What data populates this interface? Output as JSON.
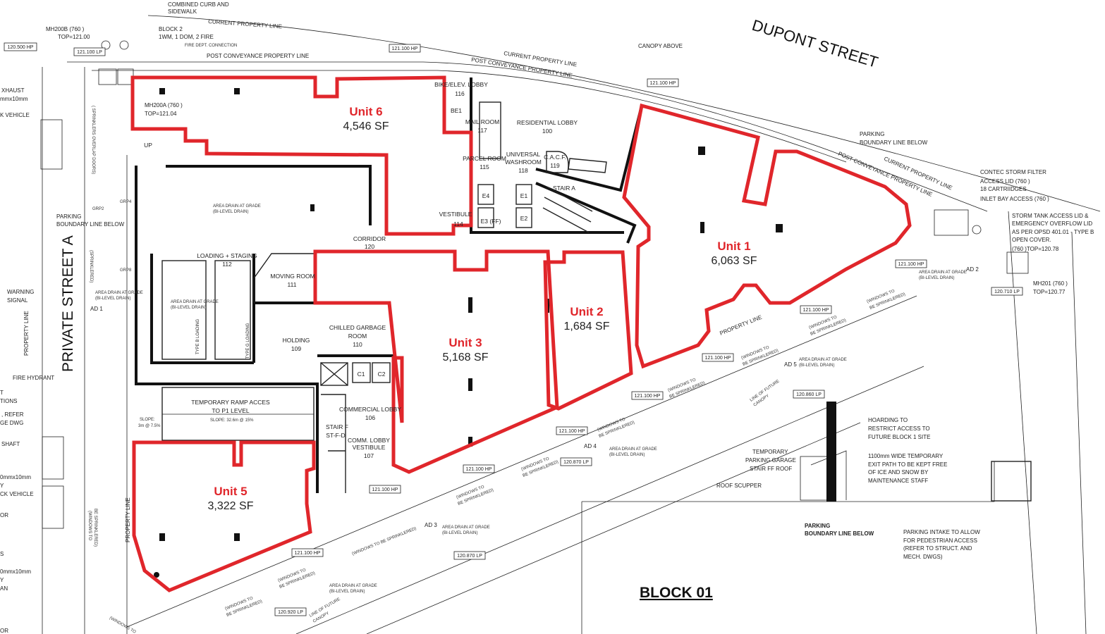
{
  "streets": {
    "dupont": "DUPONT STREET",
    "private": "PRIVATE STREET A",
    "block": "BLOCK 01"
  },
  "units": [
    {
      "name": "Unit 6",
      "area": "4,546 SF"
    },
    {
      "name": "Unit 1",
      "area": "6,063 SF"
    },
    {
      "name": "Unit 2",
      "area": "1,684 SF"
    },
    {
      "name": "Unit 3",
      "area": "5,168 SF"
    },
    {
      "name": "Unit 5",
      "area": "3,322 SF"
    }
  ],
  "rooms": {
    "corridor": "CORRIDOR",
    "corridor_no": "120",
    "loading": "LOADING + STAGING",
    "loading_no": "112",
    "moving": "MOVING ROOM",
    "moving_no": "111",
    "garbage1": "CHILLED GARBAGE",
    "garbage2": "ROOM",
    "garbage_no": "110",
    "holding": "HOLDING",
    "holding_no": "109",
    "comm_lobby": "COMMERCIAL LOBBY",
    "comm_lobby_no": "106",
    "vest1": "COMM. LOBBY",
    "vest2": "VESTIBULE",
    "vest_no": "107",
    "res_lobby": "RESIDENTIAL LOBBY",
    "res_lobby_no": "100",
    "mail": "MAIL ROOM",
    "mail_no": "117",
    "parcel": "PARCEL ROOM",
    "parcel_no": "115",
    "washroom1": "UNIVERSAL",
    "washroom2": "WASHROOM",
    "washroom_no": "118",
    "cacf": "C.A.C.F.",
    "cacf_no": "119",
    "bike": "BIKE/ELEV. LOBBY",
    "bike_no": "116",
    "vestibule": "VESTIBULE",
    "vestibule_no": "114",
    "stair_a": "STAIR A",
    "stair_f": "STAIR F",
    "stair_f_no": "ST-F-D",
    "e1": "E1",
    "e2": "E2",
    "e3": "E3 (FF)",
    "e4": "E4",
    "c1": "C1",
    "c2": "C2",
    "be1": "BE1",
    "type_b": "TYPE B LOADING",
    "type_g": "TYPE G LOADING",
    "ramp1": "TEMPORARY RAMP ACCES",
    "ramp2": "TO P1 LEVEL",
    "slope1a": "SLOPE:",
    "slope1b": "3m @ 7.5%",
    "slope2": "SLOPE: 32.6m @ 15%",
    "up": "UP"
  },
  "notes": {
    "curb1": "COMBINED CURB AND",
    "curb2": "SIDEWALK",
    "current_pl": "CURRENT PROPERTY LINE",
    "post_pl": "POST CONVEYANCE PROPERTY LINE",
    "mh200b1": "MH200B (760   )",
    "mh200b2": "TOP=121.00",
    "block2a": "BLOCK 2",
    "block2b": "1WM, 1 DOM, 2 FIRE",
    "fdc": "FIRE DEPT. CONNECTION",
    "mh200a1": "MH200A (760   )",
    "mh200a2": "TOP=121.04",
    "canopy": "CANOPY ABOVE",
    "exhaust1": "XHAUST",
    "exhaust2": "mmx10mm",
    "exhaust3": "K VEHICLE",
    "sprinklers": "( SPRINKLERS OVERLAP DOORS)",
    "parking_bl1": "PARKING",
    "parking_bl2": "BOUNDARY LINE BELOW",
    "grp2": "GRP2",
    "grp4": "GRP4",
    "grp8": "GRP8",
    "warning1": "WARNING",
    "warning2": "SIGNAL",
    "ad1": "AD 1",
    "ad2": "AD 2",
    "ad3": "AD 3",
    "ad4": "AD 4",
    "ad5": "AD 5",
    "area_drain1": "AREA DRAIN AT GRADE",
    "area_drain2": "(BI-LEVEL DRAIN)",
    "property_line": "PROPERTY LINE",
    "fire_hydrant": "FIRE HYDRANT",
    "left_a": "T",
    "left_b": "TIONS",
    "left_c": ", REFER",
    "left_d": "GE DWG",
    "left_e": "SHAFT",
    "left_f": "0mmx10mm",
    "left_g": "Y",
    "left_h": "CK VEHICLE",
    "left_i": "OR",
    "left_j": "S",
    "left_k": "0mmx10mm",
    "left_l": "Y",
    "left_m": "AN",
    "left_n": "OR",
    "sprinklered": "(SPRINKLERED)",
    "windows1": "(WINDOWS TO",
    "windows2": "BE SPRINKLERED)",
    "windows_long": "(WINDOWS TO BE SPRINKLERED)",
    "parking_bl_r1": "PARKING",
    "parking_bl_r2": "BOUNDARY LINE BELOW",
    "contec1": "CONTEC STORM FILTER",
    "contec2": "ACCESS LID (760  )",
    "contec3": "18 CARTRIIDGES",
    "contec4": "INLET BAY ACCESS (760  )",
    "storm1": "STORM  TANK ACCESS LID &",
    "storm2": "EMERGENCY OVERFLOW LID",
    "storm3": "AS PER OPSD 401.01 - TYPE B",
    "storm4": "OPEN COVER.",
    "storm5": "(760   )TOP=120.78",
    "mh201a": "MH201 (760   )",
    "mh201b": "TOP=120.77",
    "hoarding1": "HOARDING TO",
    "hoarding2": "RESTRICT ACCESS TO",
    "hoarding3": "FUTURE BLOCK 1 SITE",
    "garage1": "TEMPORARY",
    "garage2": "PARKING GARAGE",
    "garage3": "STAIR FF ROOF",
    "exit1": "1100mm WIDE TEMPORARY",
    "exit2": "EXIT PATH TO BE KEPT FREE",
    "exit3": "OF ICE AND SNOW BY",
    "exit4": "MAINTENANCE STAFF",
    "scupper": "ROOF SCUPPER",
    "pbl1": "PARKING",
    "pbl2": "BOUNDARY LINE BELOW",
    "intake1": "PARKING INTAKE TO ALLOW",
    "intake2": "FOR PEDESTRIAN ACCESS",
    "intake3": "(REFER TO STRUCT. AND",
    "intake4": "MECH. DWGS)",
    "canopy_future1": "LINE OF FUTURE",
    "canopy_future2": "CANOPY"
  },
  "elevations": [
    "120.500 HP",
    "121.100 LP",
    "121.100 HP",
    "121.100 HP",
    "121.100 HP",
    "120.710 LP",
    "121.100 HP",
    "121.100 HP",
    "120.860 LP",
    "121.100 HP",
    "121.100 HP",
    "121.100 HP",
    "120.870 LP",
    "121.100 HP",
    "121.100 HP",
    "120.870 LP",
    "120.920 LP"
  ],
  "colors": {
    "unit_outline": "#e0262b",
    "walls": "#111111"
  }
}
